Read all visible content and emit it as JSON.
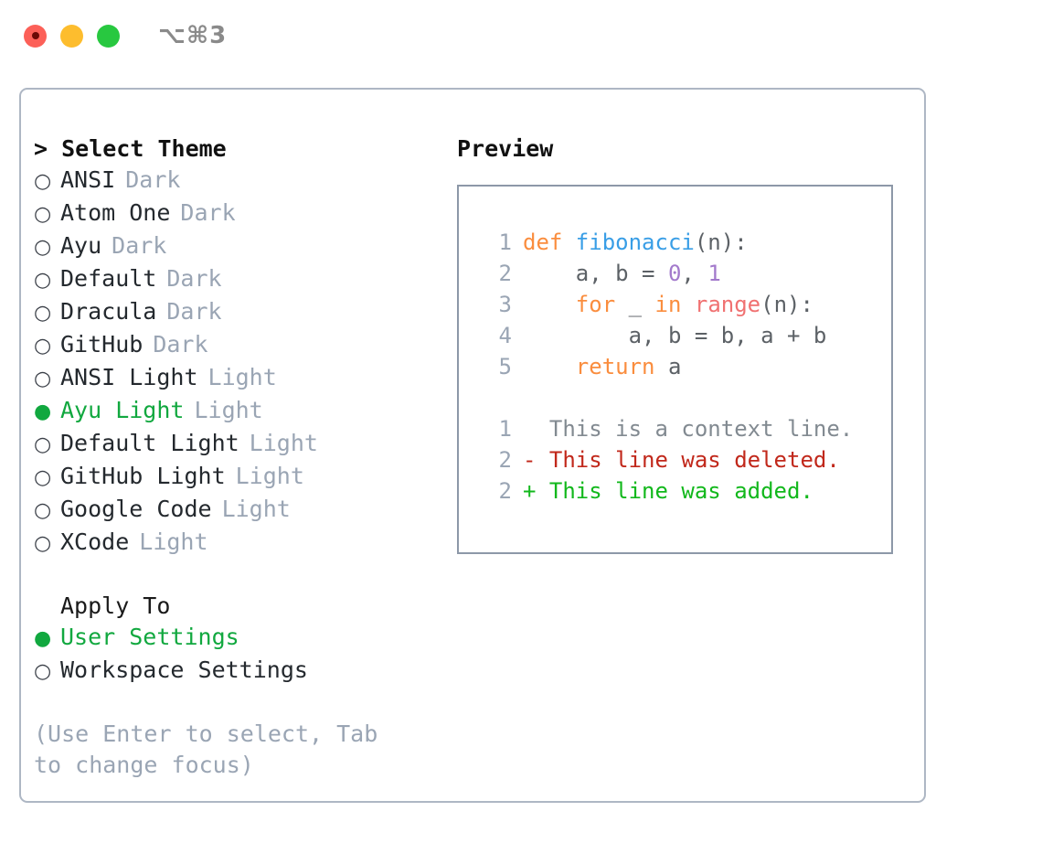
{
  "window": {
    "shortcut": "⌥⌘3",
    "traffic_lights": [
      {
        "name": "close",
        "color": "#fc6058"
      },
      {
        "name": "minimize",
        "color": "#fdbd2e"
      },
      {
        "name": "maximize",
        "color": "#28c840"
      }
    ]
  },
  "theme_picker": {
    "heading": "> Select Theme",
    "items": [
      {
        "bullet": "○",
        "label": "ANSI",
        "tag": "Dark",
        "selected": false
      },
      {
        "bullet": "○",
        "label": "Atom One",
        "tag": "Dark",
        "selected": false
      },
      {
        "bullet": "○",
        "label": "Ayu",
        "tag": "Dark",
        "selected": false
      },
      {
        "bullet": "○",
        "label": "Default",
        "tag": "Dark",
        "selected": false
      },
      {
        "bullet": "○",
        "label": "Dracula",
        "tag": "Dark",
        "selected": false
      },
      {
        "bullet": "○",
        "label": "GitHub",
        "tag": "Dark",
        "selected": false
      },
      {
        "bullet": "○",
        "label": "ANSI Light",
        "tag": "Light",
        "selected": false
      },
      {
        "bullet": "●",
        "label": "Ayu Light",
        "tag": "Light",
        "selected": true
      },
      {
        "bullet": "○",
        "label": "Default Light",
        "tag": "Light",
        "selected": false
      },
      {
        "bullet": "○",
        "label": "GitHub Light",
        "tag": "Light",
        "selected": false
      },
      {
        "bullet": "○",
        "label": "Google Code",
        "tag": "Light",
        "selected": false
      },
      {
        "bullet": "○",
        "label": "XCode",
        "tag": "Light",
        "selected": false
      }
    ]
  },
  "apply_to": {
    "heading": "Apply To",
    "items": [
      {
        "bullet": "●",
        "label": "User Settings",
        "selected": true
      },
      {
        "bullet": "○",
        "label": "Workspace Settings",
        "selected": false
      }
    ]
  },
  "hint": "(Use Enter to select, Tab to change focus)",
  "preview": {
    "title": "Preview",
    "code_lines": [
      {
        "lineno": "1",
        "tokens": [
          {
            "text": "def ",
            "cls": "tok-kw"
          },
          {
            "text": "fibonacci",
            "cls": "tok-fn"
          },
          {
            "text": "(n):",
            "cls": "tok-pl"
          }
        ]
      },
      {
        "lineno": "2",
        "tokens": [
          {
            "text": "    a, b = ",
            "cls": "tok-pl"
          },
          {
            "text": "0",
            "cls": "tok-num"
          },
          {
            "text": ", ",
            "cls": "tok-pl"
          },
          {
            "text": "1",
            "cls": "tok-num"
          }
        ]
      },
      {
        "lineno": "3",
        "tokens": [
          {
            "text": "    ",
            "cls": "tok-pl"
          },
          {
            "text": "for",
            "cls": "tok-kw"
          },
          {
            "text": " _ ",
            "cls": "tok-pl"
          },
          {
            "text": "in ",
            "cls": "tok-kw"
          },
          {
            "text": "range",
            "cls": "tok-call"
          },
          {
            "text": "(n):",
            "cls": "tok-pl"
          }
        ]
      },
      {
        "lineno": "4",
        "tokens": [
          {
            "text": "        a, b = b, a + b",
            "cls": "tok-pl"
          }
        ]
      },
      {
        "lineno": "5",
        "tokens": [
          {
            "text": "    ",
            "cls": "tok-pl"
          },
          {
            "text": "return",
            "cls": "tok-kw"
          },
          {
            "text": " a",
            "cls": "tok-pl"
          }
        ]
      }
    ],
    "diff_lines": [
      {
        "lineno": "1",
        "marker": "  ",
        "text": "This is a context line.",
        "cls": "diff-ctx"
      },
      {
        "lineno": "2",
        "marker": "- ",
        "text": "This line was deleted.",
        "cls": "diff-del"
      },
      {
        "lineno": "2",
        "marker": "+ ",
        "text": "This line was added.",
        "cls": "diff-add"
      }
    ]
  },
  "colors": {
    "accent_green": "#11a83f",
    "muted_gray": "#9aa5b4",
    "border": "#aeb7c4",
    "preview_border": "#8d98a8",
    "keyword": "#fa8d3e",
    "function": "#399ee6",
    "number": "#a37acc",
    "call": "#f07171",
    "diff_delete": "#c1281b",
    "diff_add": "#12b81c"
  }
}
